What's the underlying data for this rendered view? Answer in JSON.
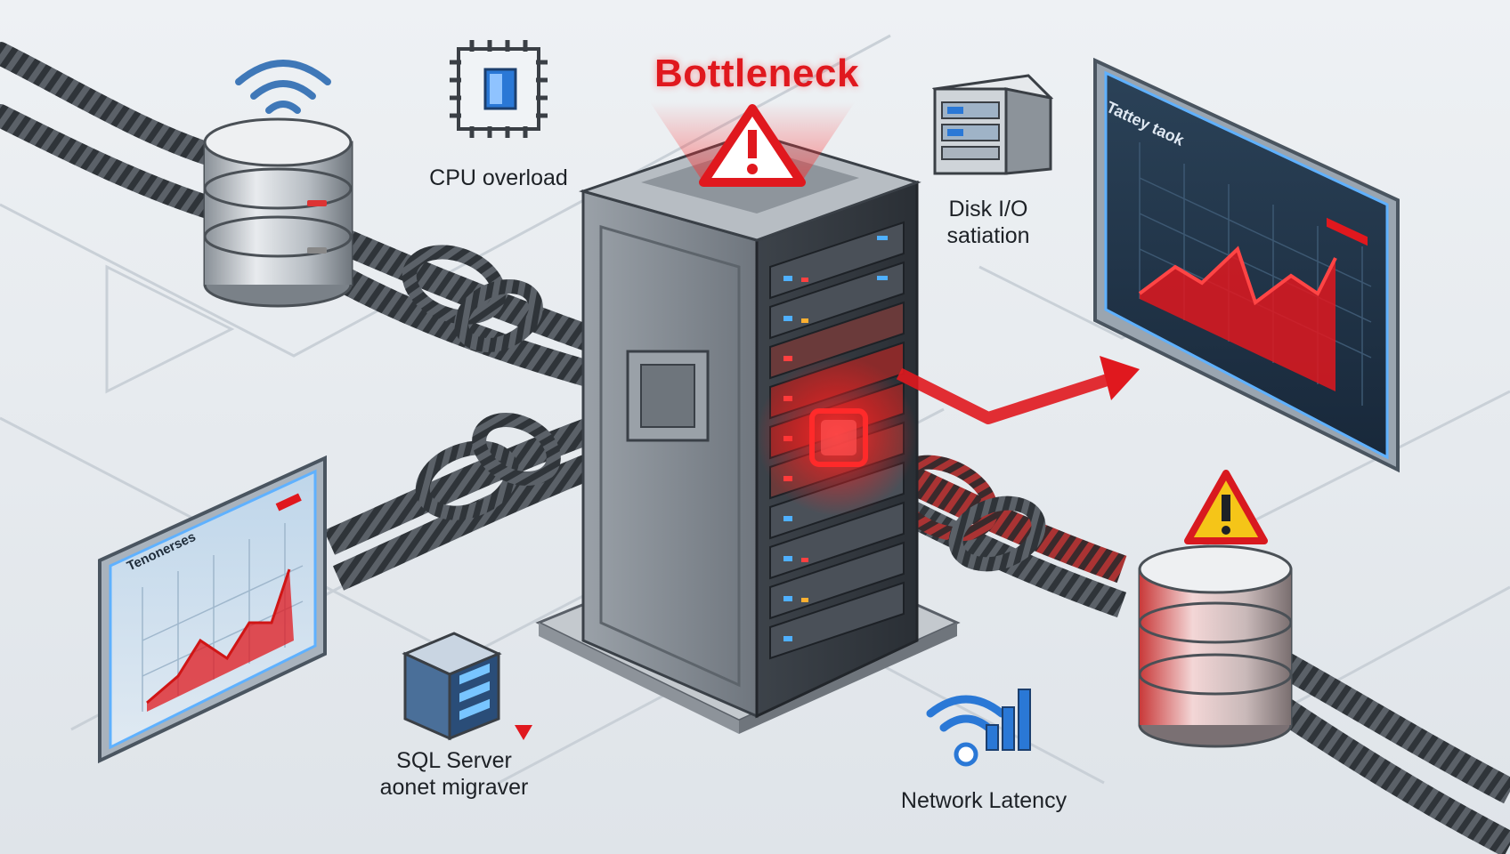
{
  "title": "Bottleneck",
  "labels": {
    "cpu": "CPU overload",
    "disk_line1": "Disk I/O",
    "disk_line2": "satiation",
    "sql_line1": "SQL Server",
    "sql_line2": "aonet migraver",
    "network": "Network Latency"
  },
  "panels": {
    "right_title": "Tattey taok",
    "left_title": "Tenonerses"
  },
  "colors": {
    "alert_red": "#e0181e",
    "warning_yellow": "#f5c518",
    "accent_blue": "#2a78d6",
    "floor": "#e6eaee"
  },
  "icons": [
    "wifi-icon",
    "cpu-chip-icon",
    "server-box-icon",
    "warning-icon",
    "network-signal-icon",
    "trend-arrow-icon"
  ]
}
